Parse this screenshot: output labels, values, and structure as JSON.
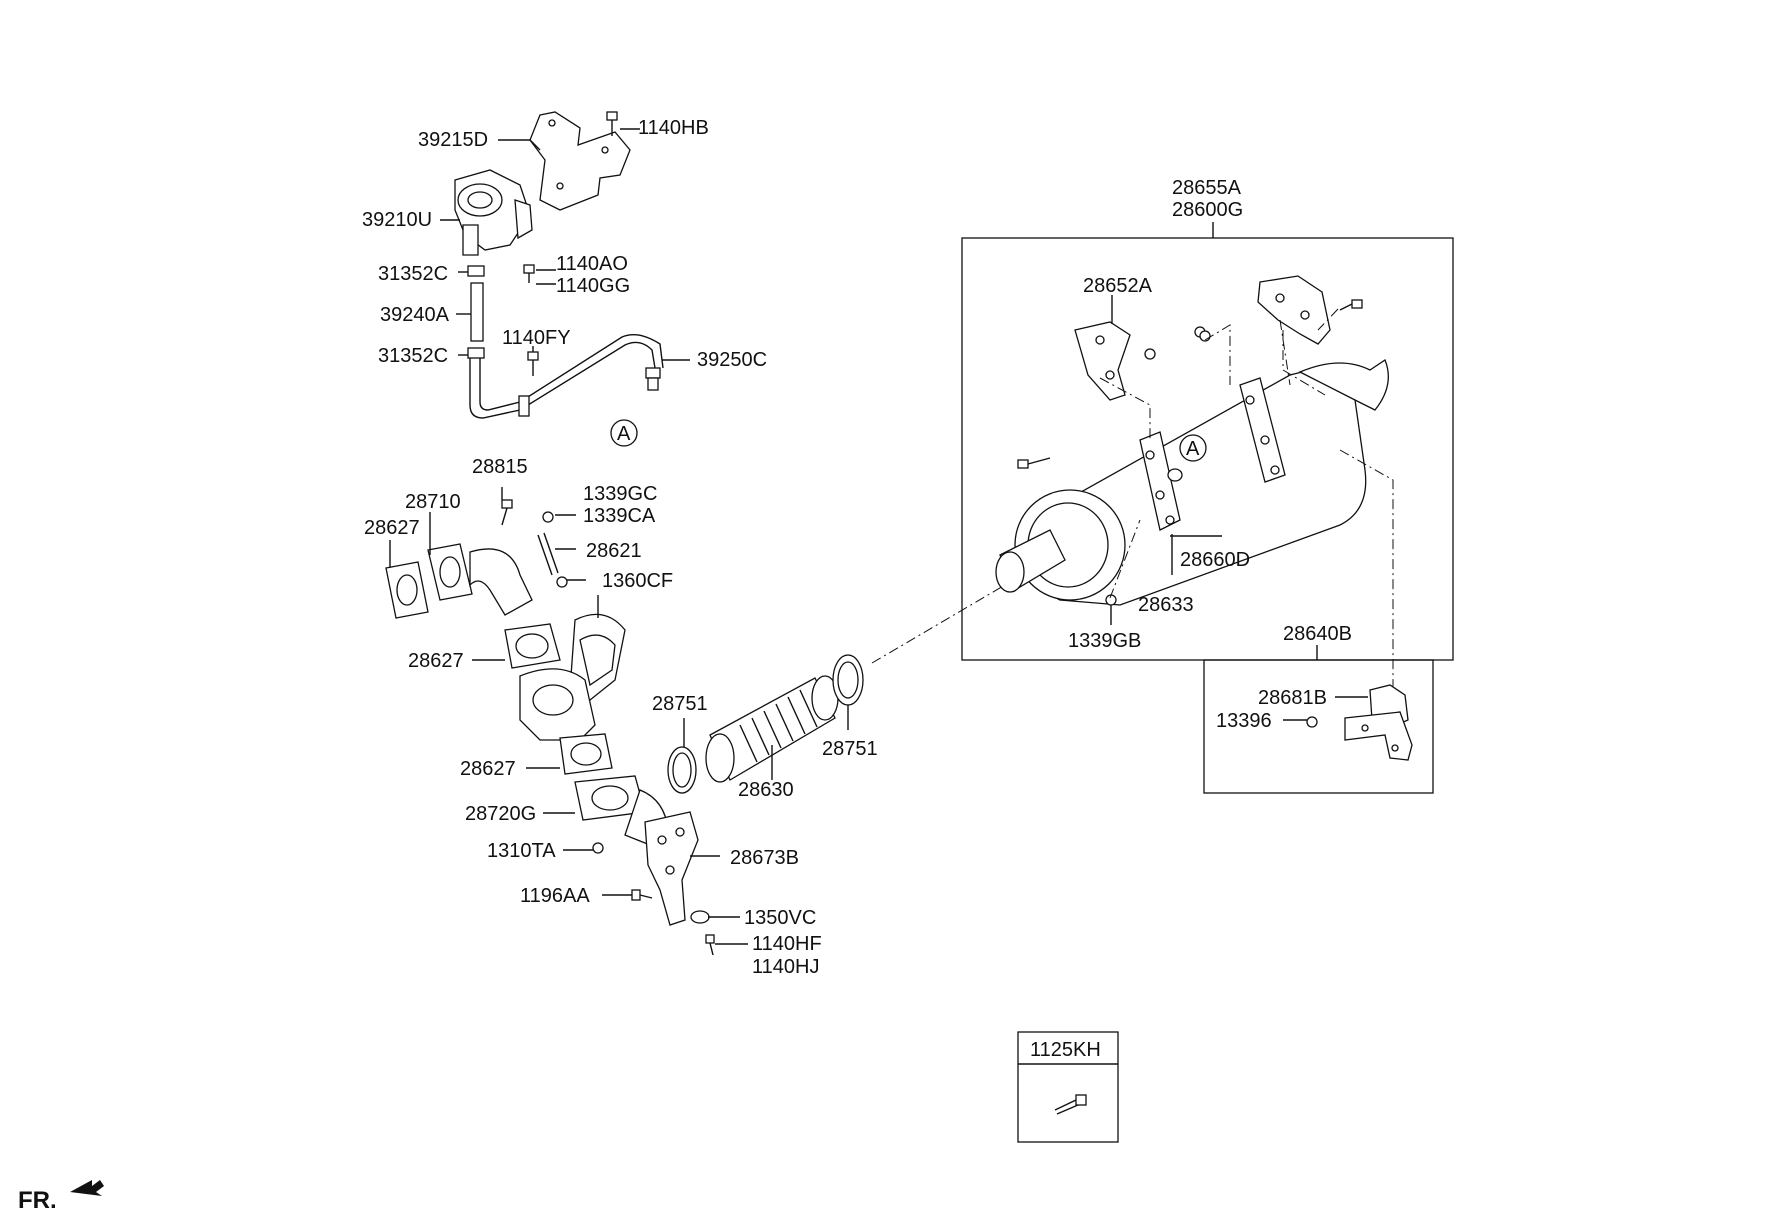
{
  "labels": {
    "l39215D": "39215D",
    "l1140HB": "1140HB",
    "l39210U": "39210U",
    "l31352C_a": "31352C",
    "l1140AO": "1140AO",
    "l1140GG": "1140GG",
    "l39240A": "39240A",
    "l1140FY": "1140FY",
    "l31352C_b": "31352C",
    "l39250C": "39250C",
    "lA_left": "A",
    "l28815": "28815",
    "l28710": "28710",
    "l1339GC": "1339GC",
    "l1339CA": "1339CA",
    "l28627_a": "28627",
    "l28621": "28621",
    "l1360CF": "1360CF",
    "l28627_b": "28627",
    "l28751_a": "28751",
    "l28751_b": "28751",
    "l28627_c": "28627",
    "l28630": "28630",
    "l28720G": "28720G",
    "l1310TA": "1310TA",
    "l28673B": "28673B",
    "l1196AA": "1196AA",
    "l1350VC": "1350VC",
    "l1140HF": "1140HF",
    "l1140HJ": "1140HJ",
    "l28655A": "28655A",
    "l28600G": "28600G",
    "l28652A": "28652A",
    "lA_right": "A",
    "l28660D": "28660D",
    "l28633": "28633",
    "l1339GB": "1339GB",
    "l28640B": "28640B",
    "l28681B": "28681B",
    "l13396": "13396",
    "l1125KH": "1125KH",
    "fr": "FR."
  }
}
